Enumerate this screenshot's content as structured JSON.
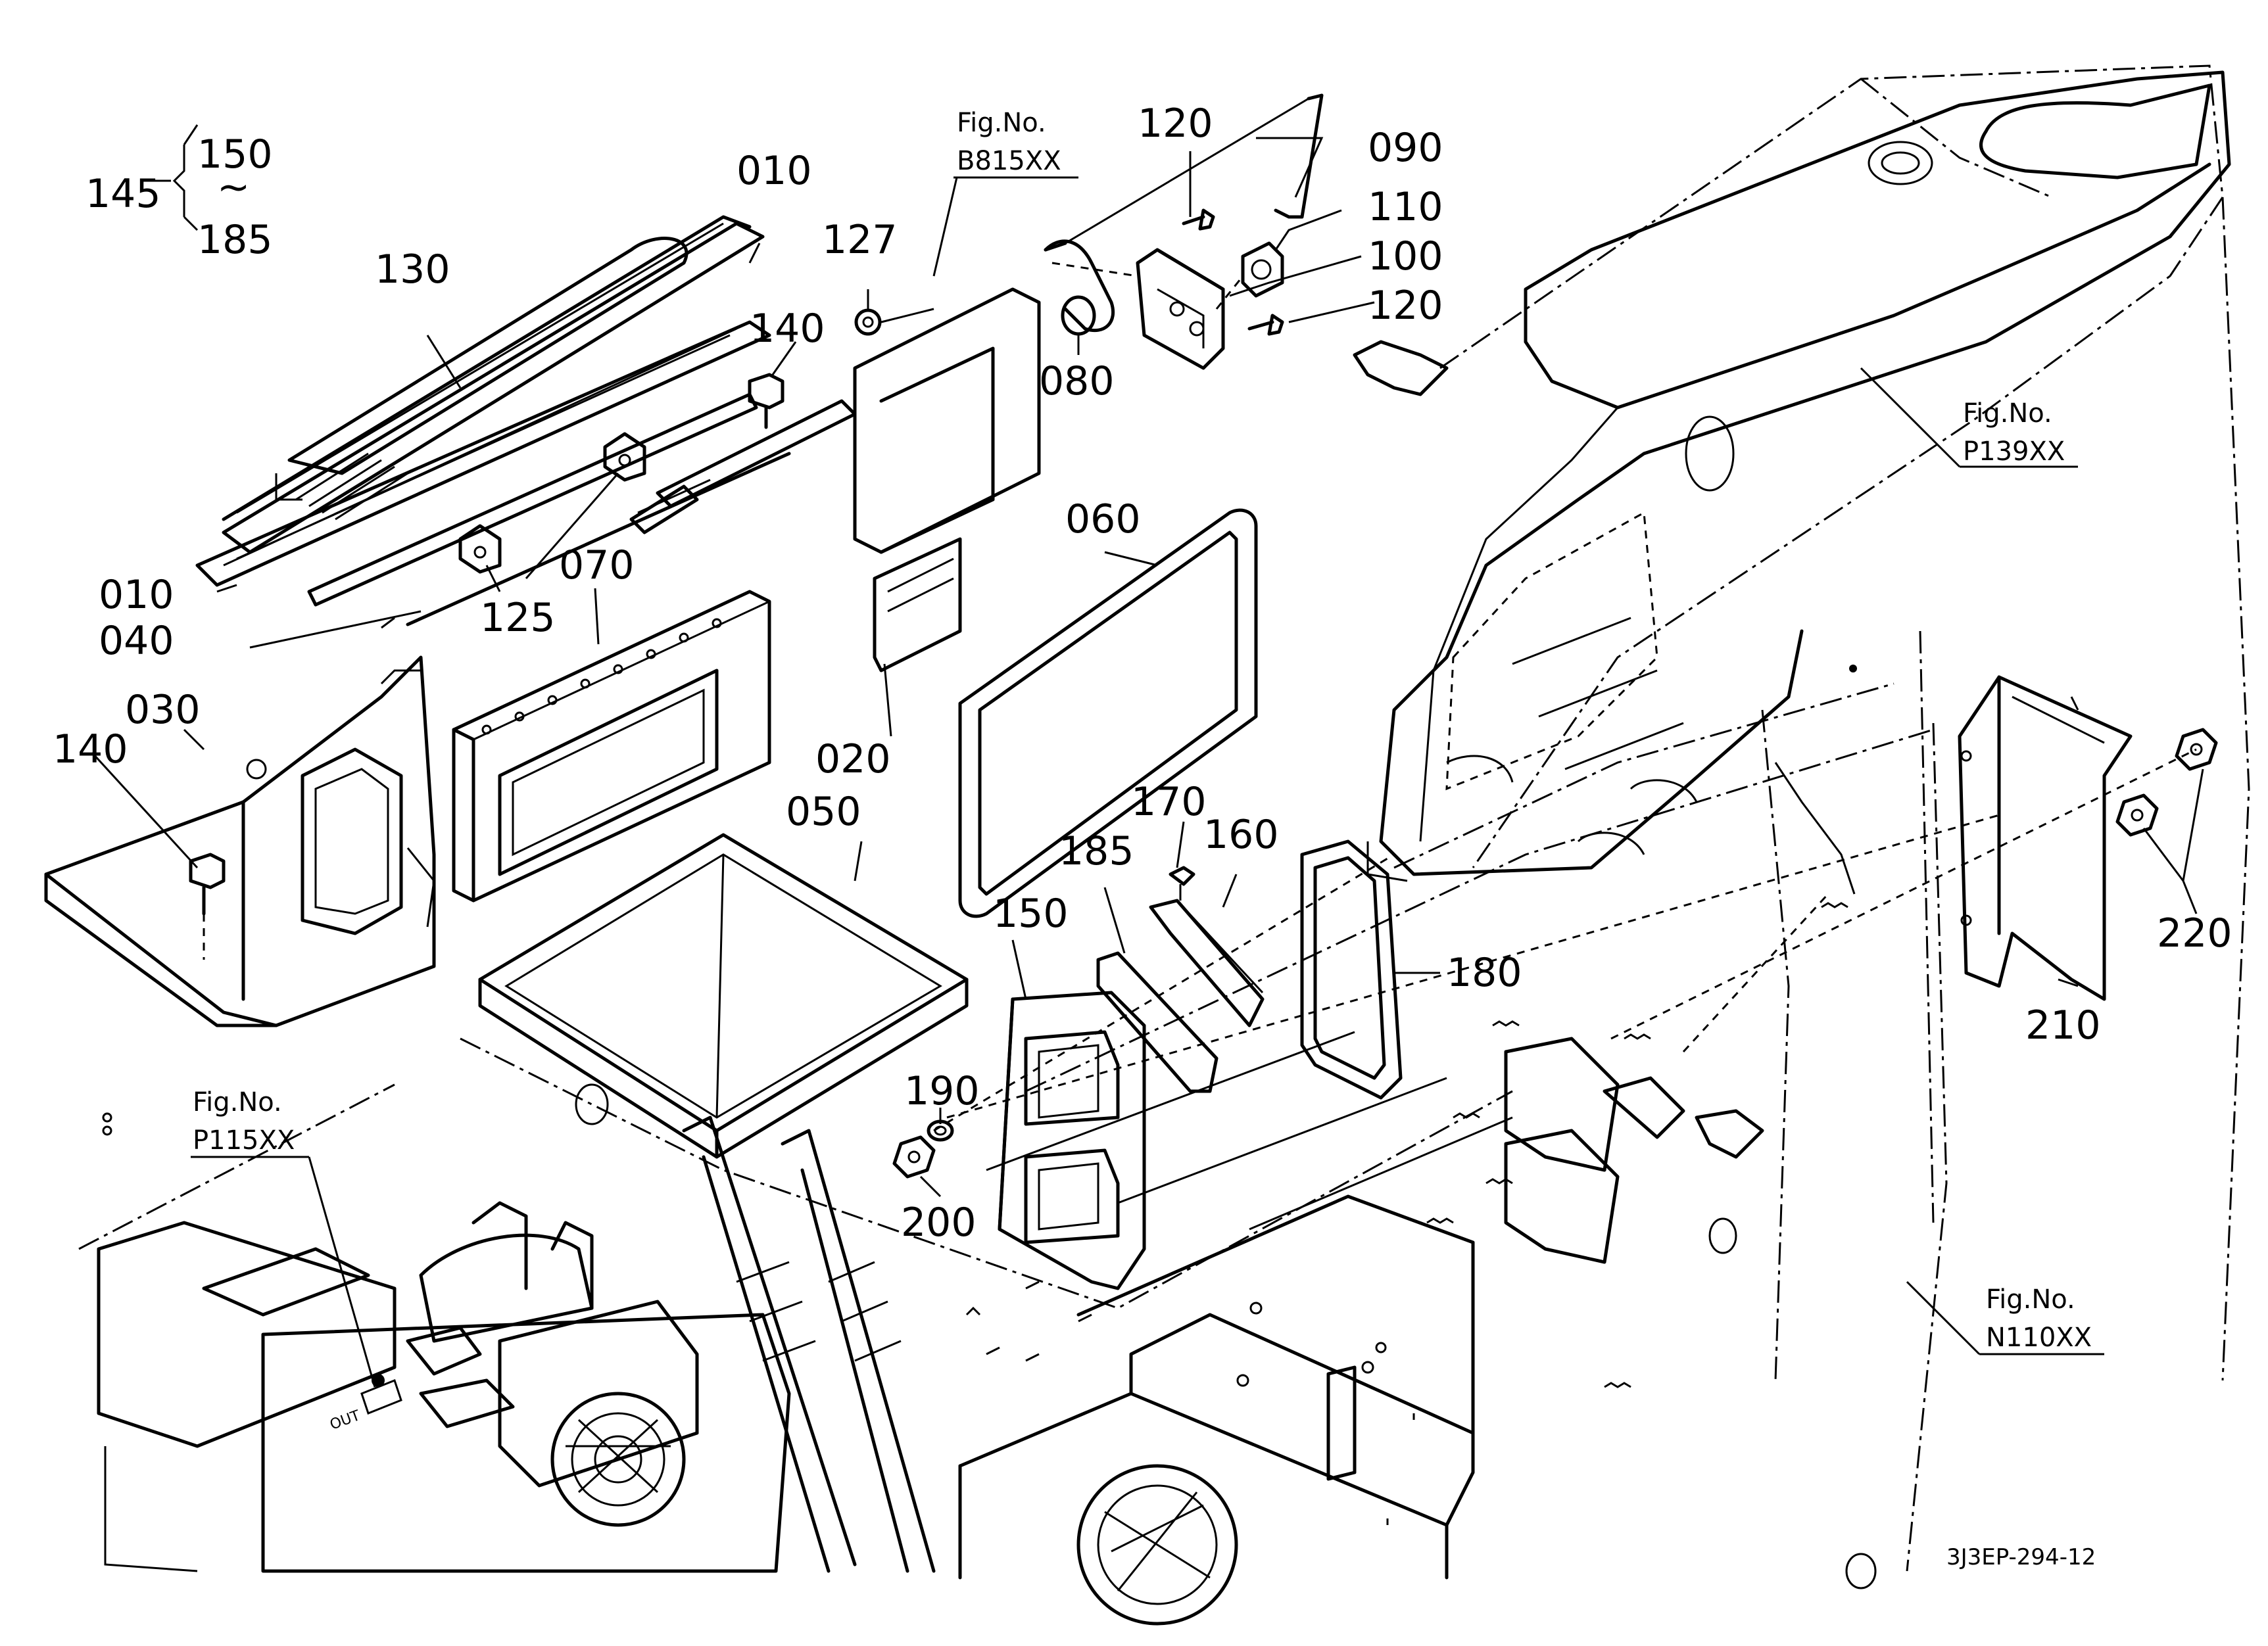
{
  "diagram": {
    "drawing_code": "3J3EP-294-12",
    "group_145": {
      "id": "145",
      "from": "150",
      "tilde": "~",
      "to": "185"
    },
    "fig_refs": [
      {
        "key": "b815",
        "title": "Fig.No.",
        "number": "B815XX"
      },
      {
        "key": "p139",
        "title": "Fig.No.",
        "number": "P139XX"
      },
      {
        "key": "p115",
        "title": "Fig.No.",
        "number": "P115XX"
      },
      {
        "key": "n110",
        "title": "Fig.No.",
        "number": "N110XX"
      }
    ],
    "callouts": [
      {
        "id": "c010a",
        "label": "010"
      },
      {
        "id": "c130",
        "label": "130"
      },
      {
        "id": "c127",
        "label": "127"
      },
      {
        "id": "c140a",
        "label": "140"
      },
      {
        "id": "c120a",
        "label": "120"
      },
      {
        "id": "c090",
        "label": "090"
      },
      {
        "id": "c110",
        "label": "110"
      },
      {
        "id": "c100",
        "label": "100"
      },
      {
        "id": "c120b",
        "label": "120"
      },
      {
        "id": "c080",
        "label": "080"
      },
      {
        "id": "c060",
        "label": "060"
      },
      {
        "id": "c010b",
        "label": "010"
      },
      {
        "id": "c040",
        "label": "040"
      },
      {
        "id": "c125",
        "label": "125"
      },
      {
        "id": "c070",
        "label": "070"
      },
      {
        "id": "c030",
        "label": "030"
      },
      {
        "id": "c140b",
        "label": "140"
      },
      {
        "id": "c020",
        "label": "020"
      },
      {
        "id": "c050",
        "label": "050"
      },
      {
        "id": "c170",
        "label": "170"
      },
      {
        "id": "c185",
        "label": "185"
      },
      {
        "id": "c160",
        "label": "160"
      },
      {
        "id": "c150",
        "label": "150"
      },
      {
        "id": "c180",
        "label": "180"
      },
      {
        "id": "c190",
        "label": "190"
      },
      {
        "id": "c200",
        "label": "200"
      },
      {
        "id": "c220",
        "label": "220"
      },
      {
        "id": "c210",
        "label": "210"
      }
    ],
    "embossed": {
      "out": "OUT"
    }
  }
}
